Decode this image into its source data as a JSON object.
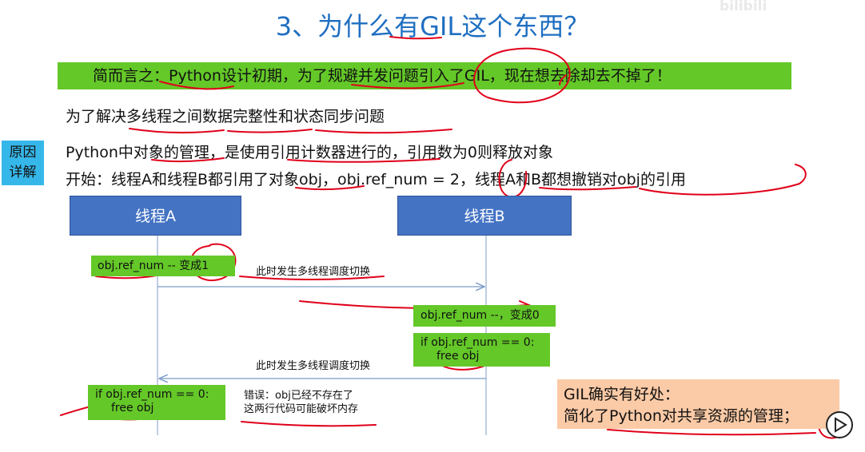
{
  "title": "3、为什么有GIL这个东西？",
  "summary": "简而言之：Python设计初期，为了规避并发问题引入了GIL，现在想去除却去不掉了！",
  "line1": "为了解决多线程之间数据完整性和状态同步问题",
  "reason_tag": [
    "原因",
    "详解"
  ],
  "line2": "Python中对象的管理，是使用引用计数器进行的，引用数为0则释放对象",
  "line3": "开始：线程A和线程B都引用了对象obj，obj.ref_num = 2，线程A和B都想撤销对obj的引用",
  "thread_a": "线程A",
  "thread_b": "线程B",
  "a_step1": "obj.ref_num --  变成1",
  "switch_note_1": "此时发生多线程调度切换",
  "b_step1": "obj.ref_num --，变成0",
  "b_step2": [
    "if obj.ref_num == 0:",
    "free obj"
  ],
  "switch_note_2": "此时发生多线程调度切换",
  "a_step2": [
    "if obj.ref_num == 0:",
    "free obj"
  ],
  "error_note": [
    "错误：obj已经不存在了",
    "这两行代码可能破坏内存"
  ],
  "benefit": [
    "GIL确实有好处：",
    "简化了Python对共享资源的管理；"
  ],
  "watermark": "bilibili",
  "colors": {
    "title": "#1f6fc1",
    "green": "#64c828",
    "thread_blue": "#4473c4",
    "tag_blue": "#36b7ea",
    "benefit_bg": "#fbcaa6",
    "annotation_red": "#e0001a"
  }
}
